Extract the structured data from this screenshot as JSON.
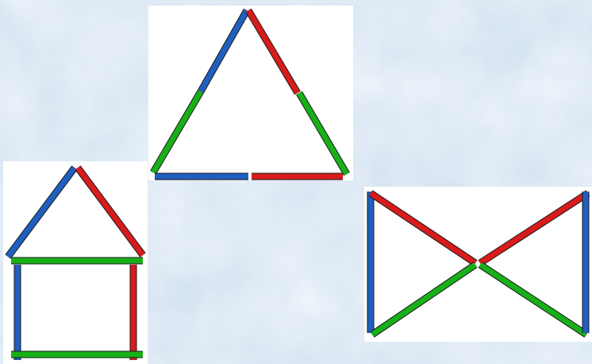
{
  "colors": {
    "blue": "#1f5fbf",
    "red": "#d81b1b",
    "green": "#18b018",
    "outline": "#1a1a1a",
    "card": "#ffffff",
    "background": "#d9e6f2"
  },
  "figures": [
    {
      "name": "triangle",
      "sticks": [
        "blue",
        "red",
        "green",
        "green",
        "blue",
        "red"
      ]
    },
    {
      "name": "house",
      "sticks": [
        "blue",
        "red",
        "green",
        "blue",
        "red",
        "green"
      ]
    },
    {
      "name": "bowtie",
      "sticks": [
        "blue",
        "red",
        "red",
        "green",
        "green",
        "blue"
      ]
    }
  ]
}
